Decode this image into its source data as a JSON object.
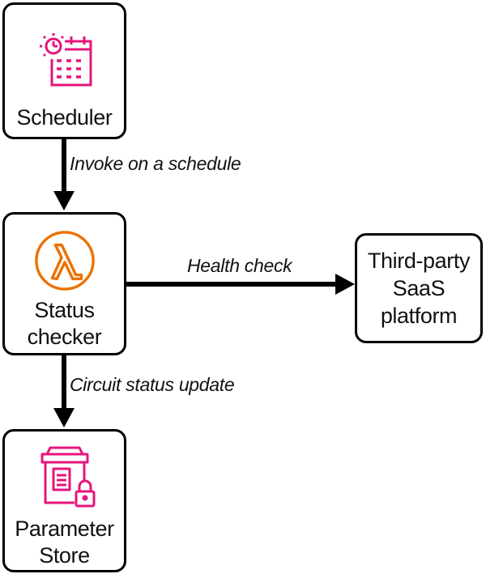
{
  "nodes": {
    "scheduler": {
      "label": "Scheduler",
      "icon": "calendar-clock-icon"
    },
    "status_checker": {
      "label_line1": "Status",
      "label_line2": "checker",
      "icon": "lambda-icon"
    },
    "parameter_store": {
      "label_line1": "Parameter",
      "label_line2": "Store",
      "icon": "parameter-store-icon"
    },
    "third_party": {
      "label_line1": "Third-party",
      "label_line2": "SaaS",
      "label_line3": "platform"
    }
  },
  "edges": {
    "invoke": {
      "label": "Invoke on a schedule"
    },
    "health_check": {
      "label": "Health check"
    },
    "circuit_update": {
      "label": "Circuit status update"
    }
  },
  "colors": {
    "scheduler_icon": "#e7157b",
    "lambda_icon": "#ed7100",
    "store_icon": "#e7157b",
    "border": "#000000"
  }
}
